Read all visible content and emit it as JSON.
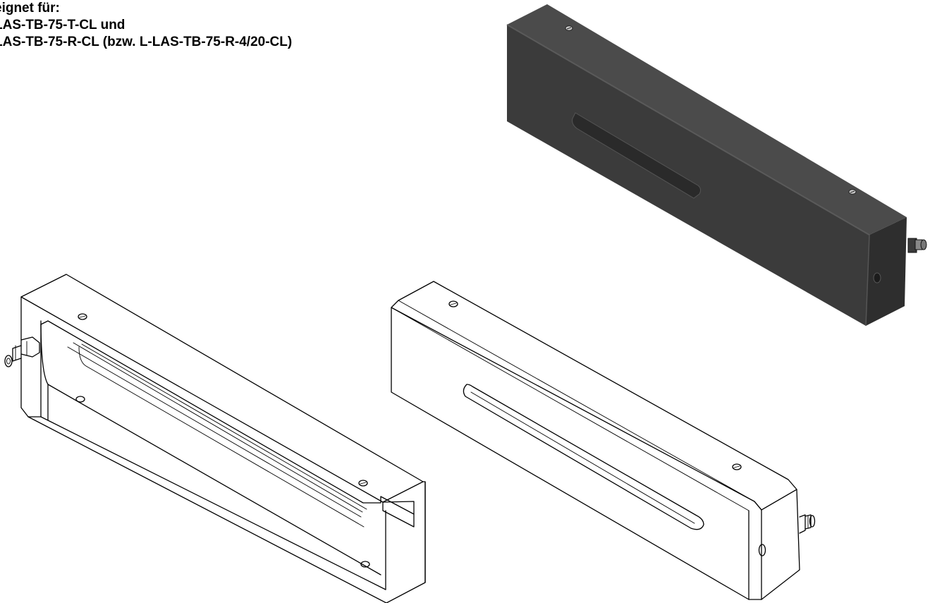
{
  "caption": {
    "line1": "eignet für:",
    "line2": "LAS-TB-75-T-CL und",
    "line3": "LAS-TB-75-R-CL (bzw. L-LAS-TB-75-R-4/20-CL)"
  },
  "colors": {
    "ink": "#000000",
    "housing_top": "#4a4a4a",
    "housing_front": "#3a3a3a",
    "housing_end": "#2c2c2c",
    "paper": "#ffffff"
  }
}
